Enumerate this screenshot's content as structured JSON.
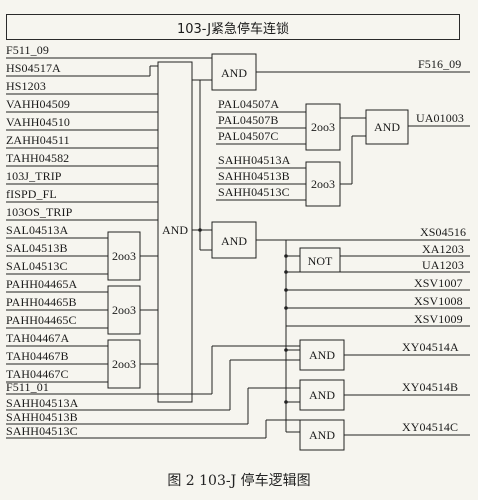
{
  "title": "103-J紧急停车连锁",
  "caption": "图 2   103-J 停车逻辑图",
  "left_inputs": [
    "F511_09",
    "HS04517A",
    "HS1203",
    "VAHH04509",
    "VAHH04510",
    "ZAHH04511",
    "TAHH04582",
    "103J_TRIP",
    "fISPD_FL",
    "103OS_TRIP",
    "SAL04513A",
    "SAL04513B",
    "SAL04513C",
    "PAHH04465A",
    "PAHH04465B",
    "PAHH04465C",
    "TAH04467A",
    "TAH04467B",
    "TAH04467C",
    "F511_01",
    "SAHH04513A",
    "SAHH04513B",
    "SAHH04513C"
  ],
  "pal_inputs": [
    "PAL04507A",
    "PAL04507B",
    "PAL04507C"
  ],
  "sahh_inputs": [
    "SAHH04513A",
    "SAHH04513B",
    "SAHH04513C"
  ],
  "gates": {
    "big_and": "AND",
    "top_and": "AND",
    "ua_and": "AND",
    "mid_and": "AND",
    "not": "NOT",
    "vote_2oo3": "2oo3",
    "xy_and": "AND"
  },
  "outputs": {
    "f516": "F516_09",
    "ua01003": "UA01003",
    "right_list": [
      "XS04516",
      "XA1203",
      "UA1203",
      "XSV1007",
      "XSV1008",
      "XSV1009"
    ],
    "xy": [
      "XY04514A",
      "XY04514B",
      "XY04514C"
    ]
  }
}
